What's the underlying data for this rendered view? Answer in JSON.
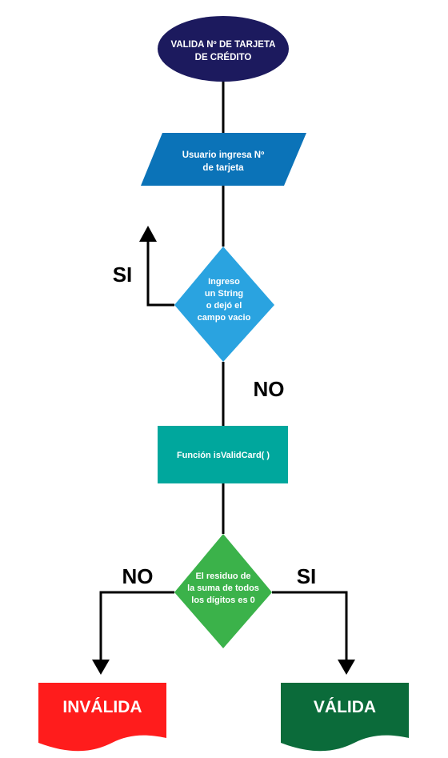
{
  "start": {
    "line1": "VALIDA Nº DE TARJETA",
    "line2": "DE CRÉDITO"
  },
  "input": {
    "line1": "Usuario ingresa Nº",
    "line2": "de tarjeta"
  },
  "decision1": {
    "line1": "Ingreso",
    "line2": "un String",
    "line3": "o dejó el",
    "line4": "campo vacio"
  },
  "labels": {
    "si_top": "SI",
    "no_middle": "NO",
    "no_left": "NO",
    "si_right": "SI"
  },
  "process": {
    "label": "Función isValidCard( )"
  },
  "decision2": {
    "line1": "El residuo de",
    "line2": "la suma de todos",
    "line3": "los dígitos es 0"
  },
  "out_invalid": {
    "label": "INVÁLIDA"
  },
  "out_valid": {
    "label": "VÁLIDA"
  },
  "colors": {
    "start": "#1c1a5e",
    "input": "#0b73b8",
    "decision1": "#2aa3e0",
    "process": "#00a79d",
    "decision2": "#3bb24a",
    "invalid": "#ff1c1c",
    "valid": "#0b6b3a"
  }
}
